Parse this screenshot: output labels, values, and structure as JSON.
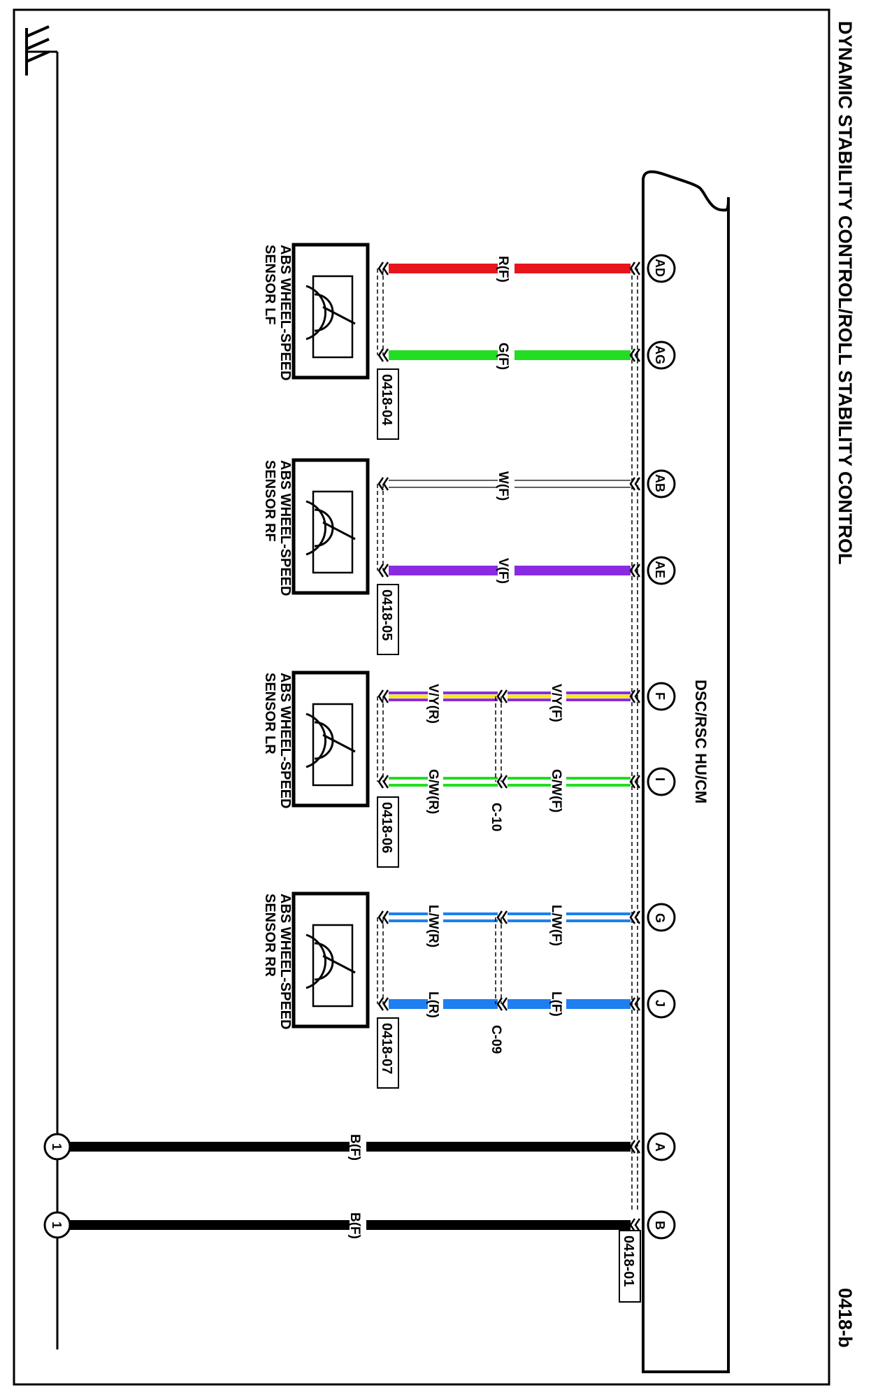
{
  "title": "DYNAMIC STABILITY CONTROL/ROLL STABILITY CONTROL",
  "page_code": "0418-b",
  "module": {
    "label": "DSC/RSC HU/CM",
    "connector": "0418-01"
  },
  "colors": {
    "R": "#e8141c",
    "G": "#22dd22",
    "W": "#ffffff",
    "V": "#8a2be2",
    "Y": "#f2ee00",
    "L": "#1e7ff0",
    "B": "#000000"
  },
  "sensors": [
    {
      "id": "lf",
      "name_line1": "ABS WHEEL-SPEED",
      "name_line2": "SENSOR LF",
      "connector": "0418-04",
      "wires": [
        {
          "pin": "AD",
          "label_f": "R(F)",
          "label_r": "",
          "base": "R",
          "stripe": "",
          "thick": true
        },
        {
          "pin": "AG",
          "label_f": "G(F)",
          "label_r": "",
          "base": "G",
          "stripe": "",
          "thick": true
        }
      ],
      "splice": ""
    },
    {
      "id": "rf",
      "name_line1": "ABS WHEEL-SPEED",
      "name_line2": "SENSOR RF",
      "connector": "0418-05",
      "wires": [
        {
          "pin": "AB",
          "label_f": "W(F)",
          "label_r": "",
          "base": "W",
          "stripe": "",
          "thick": true
        },
        {
          "pin": "AE",
          "label_f": "V(F)",
          "label_r": "",
          "base": "V",
          "stripe": "",
          "thick": true
        }
      ],
      "splice": ""
    },
    {
      "id": "lr",
      "name_line1": "ABS WHEEL-SPEED",
      "name_line2": "SENSOR LR",
      "connector": "0418-06",
      "wires": [
        {
          "pin": "F",
          "label_f": "V/Y(F)",
          "label_r": "V/Y(R)",
          "base": "V",
          "stripe": "Y",
          "thick": false
        },
        {
          "pin": "I",
          "label_f": "G/W(F)",
          "label_r": "G/W(R)",
          "base": "G",
          "stripe": "W",
          "thick": false
        }
      ],
      "splice": "C-10"
    },
    {
      "id": "rr",
      "name_line1": "ABS WHEEL-SPEED",
      "name_line2": "SENSOR RR",
      "connector": "0418-07",
      "wires": [
        {
          "pin": "G",
          "label_f": "L/W(F)",
          "label_r": "L/W(R)",
          "base": "L",
          "stripe": "W",
          "thick": false
        },
        {
          "pin": "J",
          "label_f": "L(F)",
          "label_r": "L(R)",
          "base": "L",
          "stripe": "",
          "thick": true
        }
      ],
      "splice": "C-09"
    }
  ],
  "grounds": [
    {
      "pin": "A",
      "label": "B(F)",
      "ground_ref": "1"
    },
    {
      "pin": "B",
      "label": "B(F)",
      "ground_ref": "1"
    }
  ],
  "ground_symbol": "ground-icon"
}
